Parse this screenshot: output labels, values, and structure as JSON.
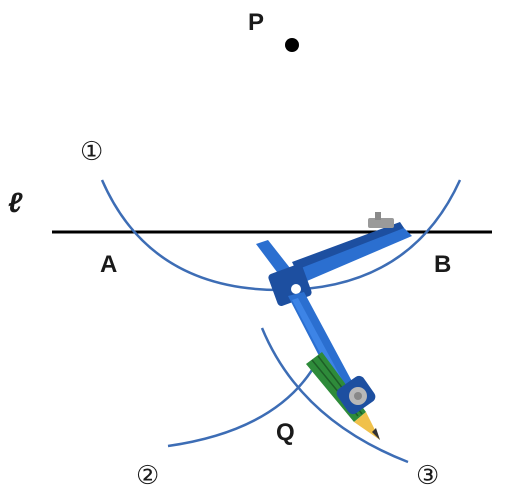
{
  "figure": {
    "point_p_label": "P",
    "line_label": "ℓ",
    "point_a_label": "A",
    "point_b_label": "B",
    "point_q_label": "Q",
    "step_1_marker": "①",
    "step_2_marker": "②",
    "step_3_marker": "③"
  },
  "colors": {
    "arc": "#3d6db5",
    "line": "#000000",
    "compass_body": "#2b6fd0",
    "compass_dark": "#1d4fa0",
    "pencil_green": "#2e8b3a",
    "pencil_tip": "#f0c14b",
    "hinge_gray": "#9a9a9a"
  }
}
